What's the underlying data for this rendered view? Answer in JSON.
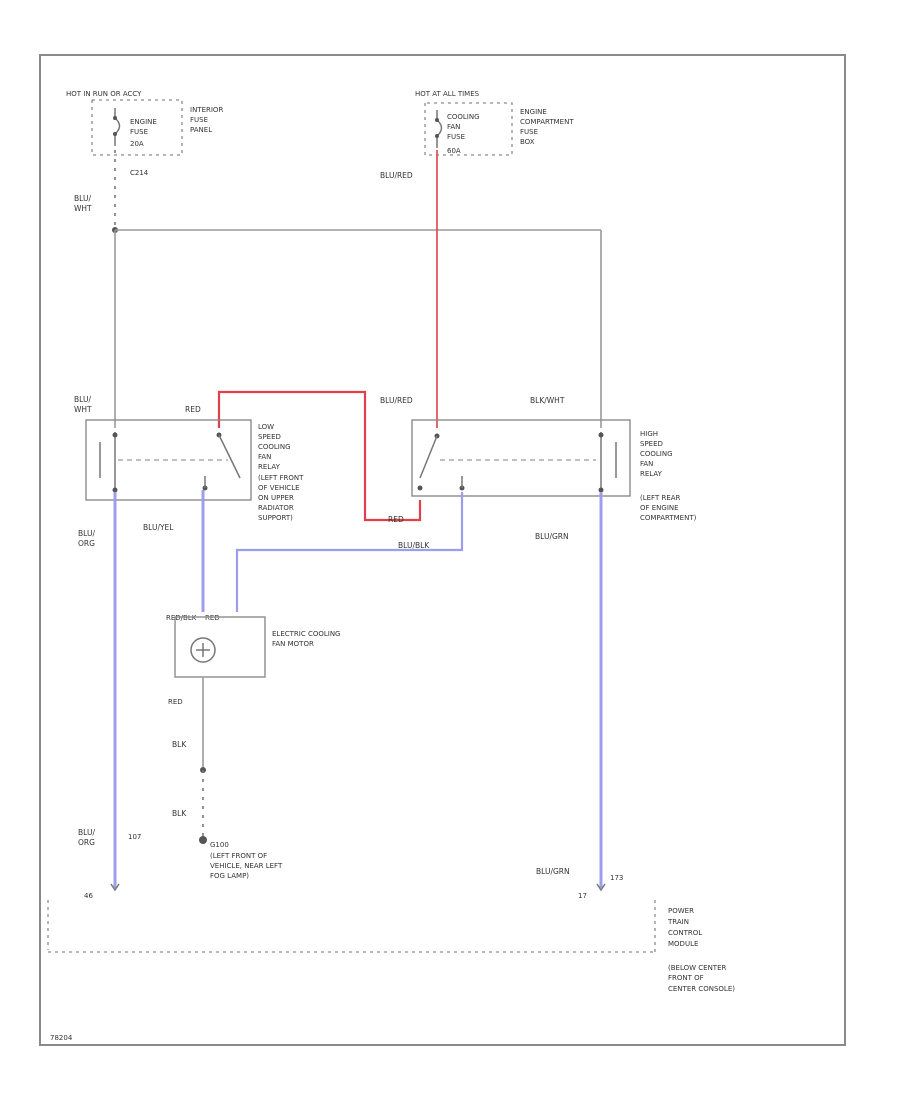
{
  "colors": {
    "border": "#888888",
    "wire_gray": "#9a9a9a",
    "wire_blue": "#9d9dee",
    "wire_red": "#e0404a",
    "text": "#333333"
  },
  "fuse_left": {
    "header": "HOT IN RUN OR ACCY",
    "desc": [
      "INTERIOR",
      "FUSE",
      "PANEL"
    ],
    "fuse_name": [
      "ENGINE",
      "FUSE",
      "20A"
    ],
    "circuit": "C214"
  },
  "fuse_right": {
    "header": "HOT AT ALL TIMES",
    "fuse_name": [
      "COOLING",
      "FAN",
      "FUSE",
      "60A"
    ],
    "desc": [
      "ENGINE",
      "COMPARTMENT",
      "FUSE",
      "BOX"
    ]
  },
  "wires": {
    "blu_wht_top": [
      "BLU/",
      "WHT"
    ],
    "blu_red_top": "BLU/RED",
    "blu_wht_relay": [
      "BLU/",
      "WHT"
    ],
    "red": "RED",
    "blu_red_relay": "BLU/RED",
    "blk_wht": "BLK/WHT",
    "blu_org_left": [
      "BLU/",
      "ORG"
    ],
    "blu_yel": "BLU/YEL",
    "red_lower": "RED",
    "blu_blk": "BLU/BLK",
    "blu_grn_right": "BLU/GRN",
    "red_blk": "RED/BLK",
    "red_label": "RED",
    "blk_upper": "BLK",
    "blk_lower": "BLK",
    "blu_org_bottom": [
      "BLU/",
      "ORG"
    ],
    "blu_grn_bottom": "BLU/GRN"
  },
  "components": {
    "low_relay": [
      "LOW",
      "SPEED",
      "COOLING",
      "FAN",
      "RELAY",
      "(LEFT FRONT",
      "OF VEHICLE",
      "ON UPPER",
      "RADIATOR",
      "SUPPORT)"
    ],
    "high_relay": [
      "HIGH",
      "SPEED",
      "COOLING",
      "FAN",
      "RELAY",
      "(LEFT REAR",
      "OF ENGINE",
      "COMPARTMENT)"
    ],
    "fan": [
      "ELECTRIC COOLING",
      "FAN MOTOR"
    ],
    "ground": [
      "G100",
      "(LEFT FRONT OF",
      "VEHICLE, NEAR LEFT",
      "FOG LAMP)"
    ],
    "pcm": [
      "POWER",
      "TRAIN",
      "CONTROL",
      "MODULE"
    ],
    "pcm_loc": [
      "(BELOW CENTER",
      "FRONT OF",
      "CENTER CONSOLE)"
    ]
  },
  "pins": {
    "left_pin_num": "107",
    "left_pin": "46",
    "right_pin_num": "173",
    "right_pin": "17"
  },
  "footer_code": "78204"
}
